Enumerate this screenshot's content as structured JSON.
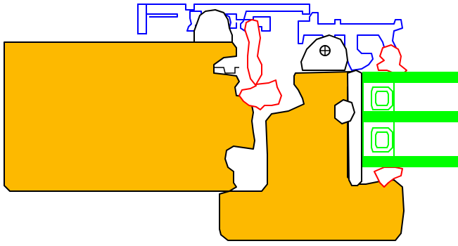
{
  "diagram": {
    "kind": "window frame cross-section",
    "colors": {
      "wood": "#FDB900",
      "wood_outline": "#000000",
      "aluminium_cladding": "#0000FF",
      "gasket": "#FF0000",
      "glass_pane": "#00FF00",
      "glass_outline": "#00FF00",
      "spacer": "#00FF00",
      "hardware": "#000000",
      "background": "#FFFFFF"
    },
    "components": [
      "frame-wood-profile",
      "sash-wood-profile",
      "aluminium-cladding-frame",
      "aluminium-cladding-sash",
      "frame-gasket",
      "sash-gasket",
      "glass-seal",
      "glazing-bead",
      "insulated-glass-unit",
      "glazing-spacer",
      "hardware-clip",
      "hinge-screw"
    ]
  }
}
